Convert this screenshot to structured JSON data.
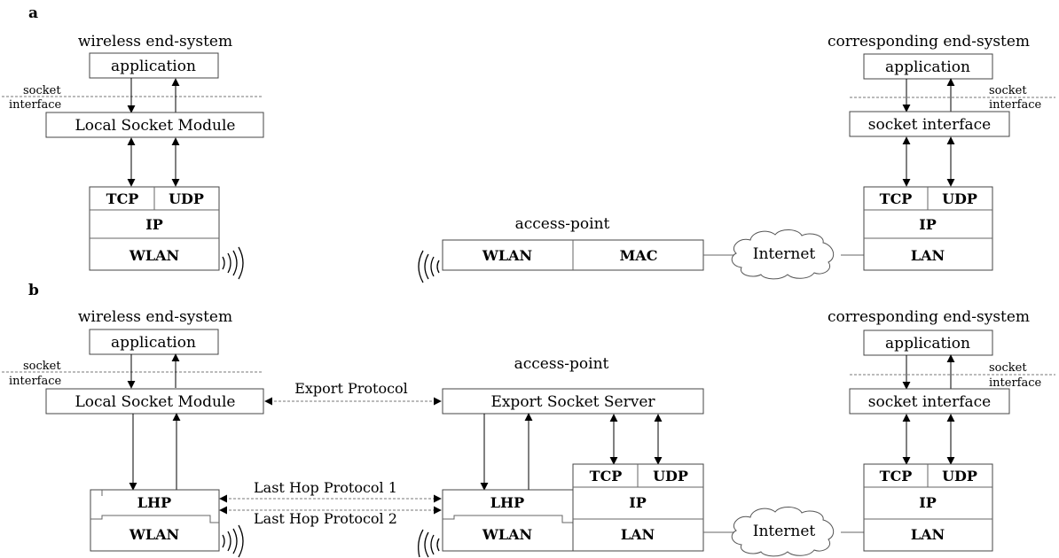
{
  "panel_a": {
    "letter": "a",
    "wireless_title": "wireless end-system",
    "corresponding_title": "corresponding end-system",
    "application": "application",
    "socket_label_1": "socket",
    "socket_label_2": "interface",
    "local_socket_module": "Local Socket Module",
    "socket_interface_box": "socket interface",
    "tcp": "TCP",
    "udp": "UDP",
    "ip": "IP",
    "wlan": "WLAN",
    "lan": "LAN",
    "access_point_title": "access-point",
    "mac": "MAC",
    "internet": "Internet"
  },
  "panel_b": {
    "letter": "b",
    "wireless_title": "wireless end-system",
    "corresponding_title": "corresponding end-system",
    "access_point_title": "access-point",
    "application": "application",
    "socket_label_1": "socket",
    "socket_label_2": "interface",
    "local_socket_module": "Local Socket Module",
    "export_protocol": "Export Protocol",
    "export_socket_server": "Export Socket Server",
    "socket_interface_box": "socket interface",
    "lhp": "LHP",
    "wlan": "WLAN",
    "last_hop_1": "Last Hop Protocol 1",
    "last_hop_2": "Last Hop Protocol 2",
    "tcp": "TCP",
    "udp": "UDP",
    "ip": "IP",
    "lan": "LAN",
    "internet": "Internet"
  }
}
